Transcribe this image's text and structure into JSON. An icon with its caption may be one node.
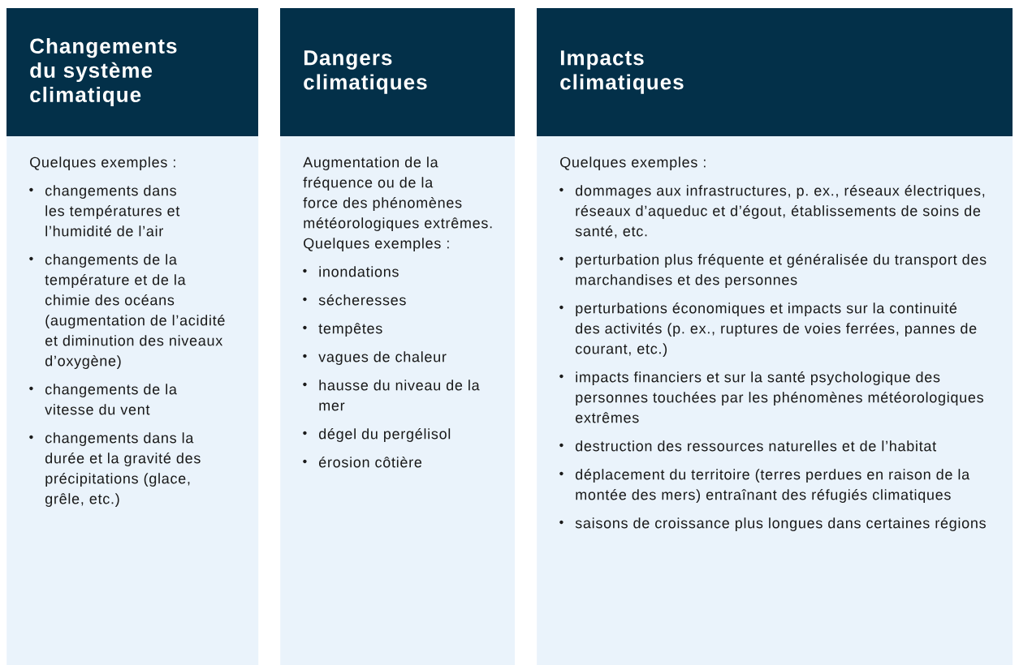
{
  "diagram": {
    "nodes": [
      {
        "text": [
          "Changements du système climatique",
          "Quelques exemples :",
          "changements dans les températures et l’humidité de l’air",
          "changements de la température et de la chimie des océans (augmentation de l’acidité et diminution des niveaux d’oxygène)",
          "changements de la vitesse du vent",
          "changements dans la durée et la gravité des précipitations (glace, grêle, etc.)"
        ]
      },
      {
        "text": [
          "Dangers climatiques",
          "Augmentation de la fréquence ou de la force des phénomènes météorologiques extrêmes. Quelques exemples :",
          "inondations",
          "sécheresses",
          "tempêtes",
          "vagues de chaleur",
          "hausse du niveau de la mer",
          "dégel du pergélisol",
          "érosion côtière"
        ]
      },
      {
        "text": [
          "Impacts climatiques",
          "Quelques exemples :",
          "dommages aux infrastructures, p. ex., réseaux électriques, réseaux d’aqueduc et d’égout, établissements de soins de santé, etc.",
          "perturbation plus fréquente et généralisée du transport des marchandises et des personnes",
          "perturbations économiques et impacts sur la continuité des activités (p. ex., ruptures de voies ferrées, pannes de courant, etc.)",
          "impacts financiers et sur la santé psychologique des personnes touchées par les phénomènes météorologiques extrêmes",
          "destruction des ressources naturelles et de l’habitat",
          "déplacement du territoire (terres perdues en raison de la montée des mers) entraînant des réfugiés climatiques",
          "saisons de croissance plus longues dans certaines régions"
        ]
      }
    ]
  }
}
